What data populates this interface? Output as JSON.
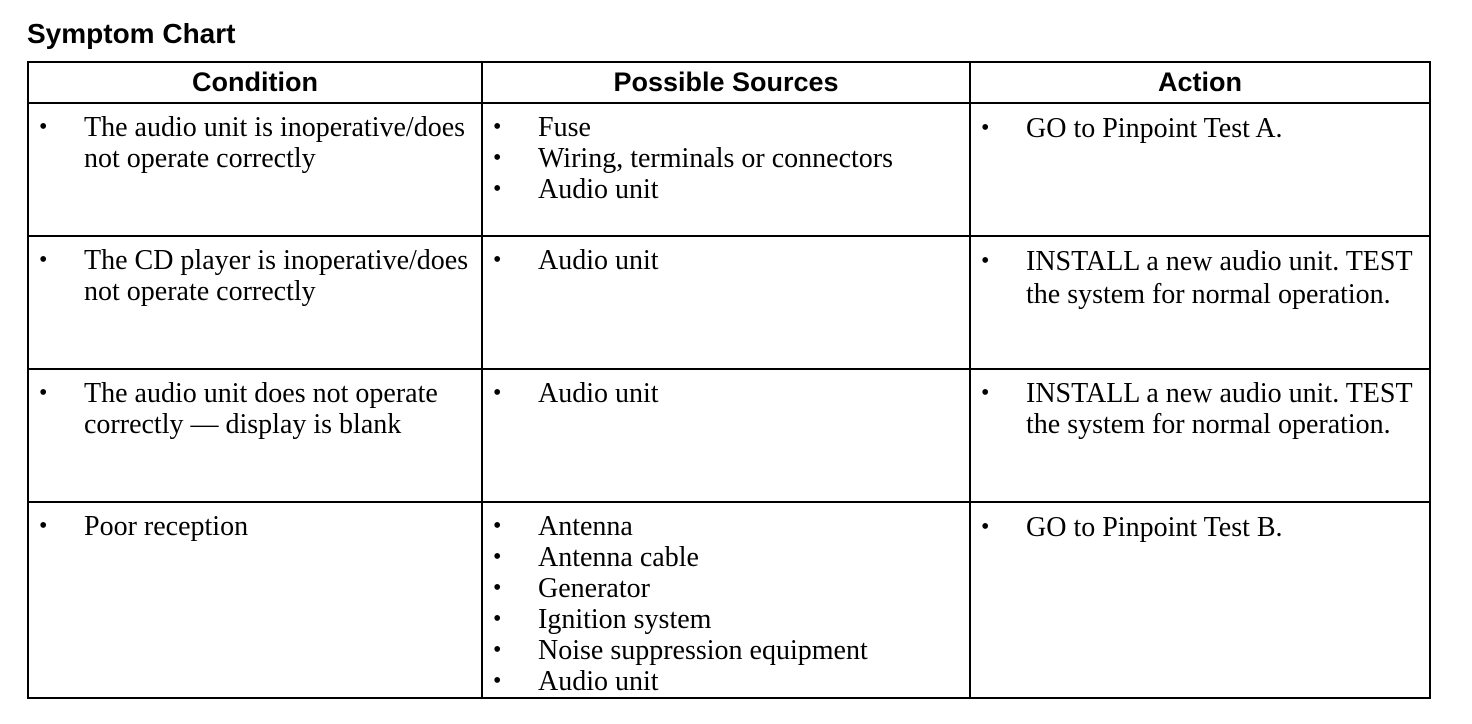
{
  "title": "Symptom Chart",
  "headers": {
    "condition": "Condition",
    "sources": "Possible Sources",
    "action": "Action"
  },
  "rows": [
    {
      "condition": [
        "The audio unit is inoperative/does not operate correctly"
      ],
      "sources": [
        "Fuse",
        "Wiring, terminals or connectors",
        "Audio unit"
      ],
      "action": [
        "GO to Pinpoint Test A."
      ]
    },
    {
      "condition": [
        "The CD player is inoperative/does not operate correctly"
      ],
      "sources": [
        "Audio unit"
      ],
      "action": [
        "INSTALL a new audio unit. TEST the system for normal operation."
      ]
    },
    {
      "condition": [
        "The audio unit does not operate correctly — display is blank"
      ],
      "sources": [
        "Audio unit"
      ],
      "action": [
        "INSTALL a new audio unit. TEST the system for normal operation."
      ]
    },
    {
      "condition": [
        "Poor reception"
      ],
      "sources": [
        "Antenna",
        "Antenna cable",
        "Generator",
        "Ignition system",
        "Noise suppression equipment",
        "Audio unit"
      ],
      "action": [
        "GO to Pinpoint Test B."
      ]
    }
  ]
}
